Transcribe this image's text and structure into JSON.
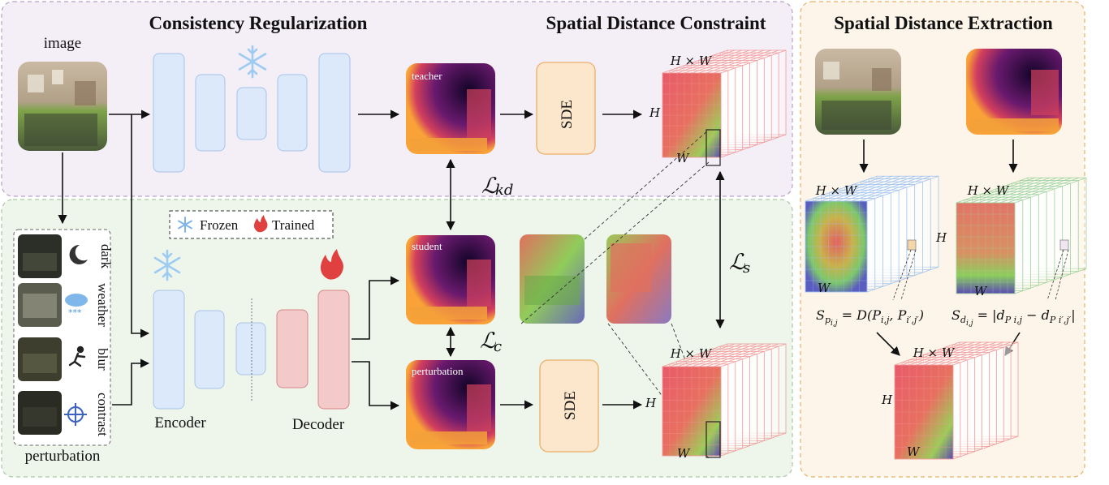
{
  "titles": {
    "consistency": "Consistency Regularization",
    "sdc": "Spatial Distance Constraint",
    "sde_panel": "Spatial Distance Extraction"
  },
  "labels": {
    "image": "image",
    "perturbation": "perturbation",
    "encoder": "Encoder",
    "decoder": "Decoder",
    "sde": "SDE",
    "teacher": "teacher",
    "student": "student",
    "perturbation_tile": "perturbation",
    "frozen": "Frozen",
    "trained": "Trained"
  },
  "perturbations": [
    "dark",
    "weather",
    "blur",
    "contrast"
  ],
  "grid_labels": {
    "hw": "H × W",
    "h": "H",
    "w": "W"
  },
  "losses": {
    "kd": "ℒkd",
    "c": "ℒc",
    "s": "ℒs"
  },
  "formulas": {
    "sp": "Sp i,j = D(P i,j , P i′,j′)",
    "sd": "Sd i,j = |d P i,j − d P i′,j′|"
  },
  "colors": {
    "consistency_bg": "#f4eef7",
    "consistency_border": "#b9a0c9",
    "lower_bg": "#eef6ec",
    "lower_border": "#a9c9a3",
    "sde_bg": "#fdf5ea",
    "sde_border": "#e7b264",
    "encoder_block": "#dce9fb",
    "encoder_border": "#a9c3ea",
    "decoder_block": "#f3c9c9",
    "decoder_border": "#d98585",
    "sde_box": "#fde7cc",
    "sde_box_border": "#eab06a",
    "grid_red": "#f19a9a",
    "grid_blue": "#9fc3ee",
    "grid_green": "#9ed29a"
  }
}
